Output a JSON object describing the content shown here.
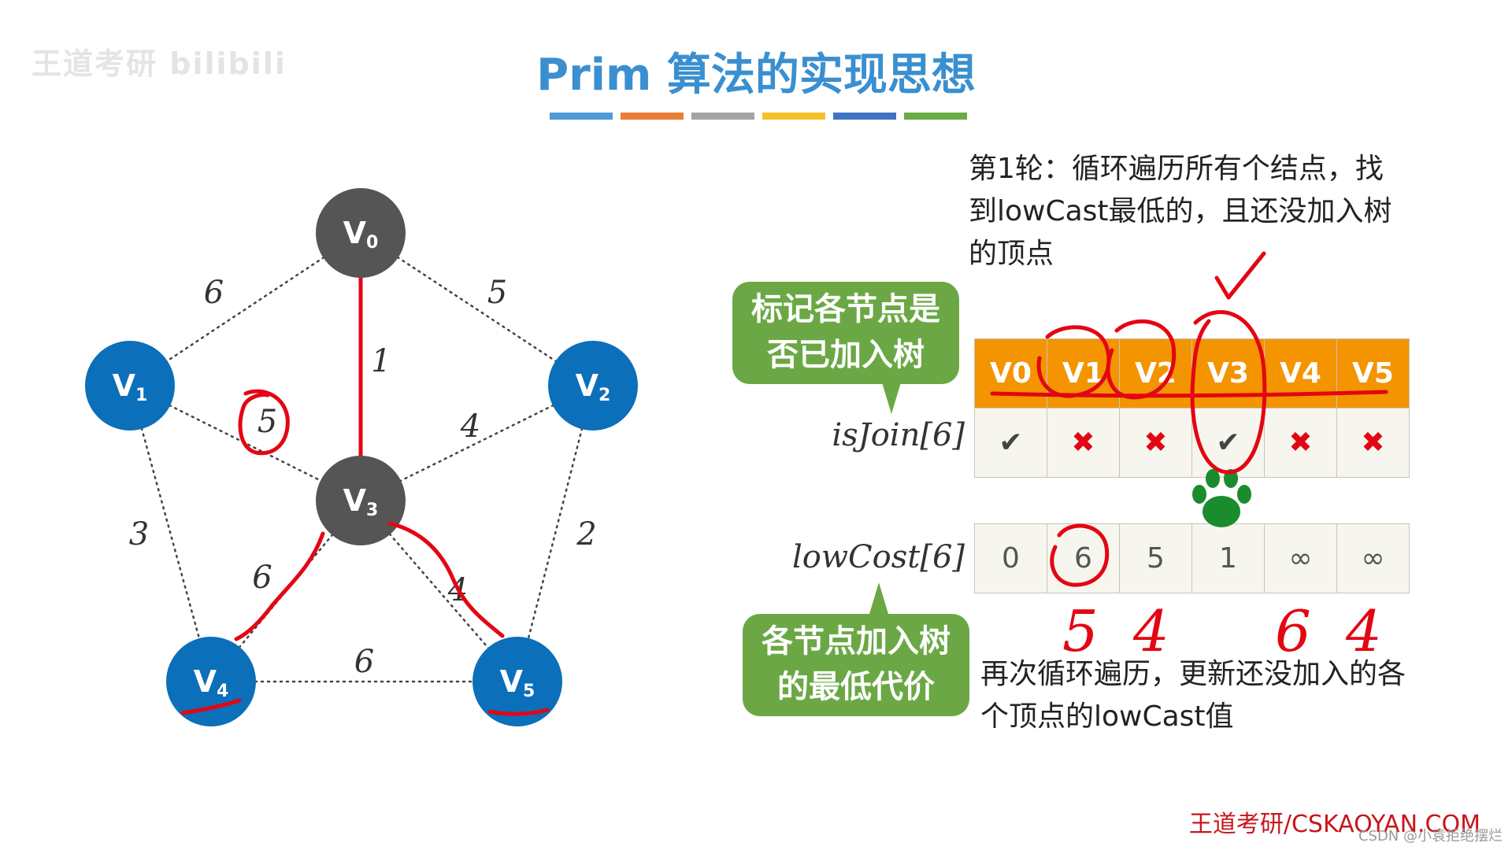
{
  "watermark": "王道考研 bilibili",
  "title": "Prim 算法的实现思想",
  "title_bar_colors": [
    "#4d9ad8",
    "#ea7d34",
    "#a4a4a4",
    "#f6c02a",
    "#3f73c4",
    "#6aac45"
  ],
  "graph": {
    "nodes": [
      {
        "id": "v0",
        "main": "V",
        "sub": "0",
        "color": "#555555"
      },
      {
        "id": "v1",
        "main": "V",
        "sub": "1",
        "color": "#0b6fba"
      },
      {
        "id": "v2",
        "main": "V",
        "sub": "2",
        "color": "#0b6fba"
      },
      {
        "id": "v3",
        "main": "V",
        "sub": "3",
        "color": "#555555"
      },
      {
        "id": "v4",
        "main": "V",
        "sub": "4",
        "color": "#0b6fba"
      },
      {
        "id": "v5",
        "main": "V",
        "sub": "5",
        "color": "#0b6fba"
      }
    ],
    "edges": [
      {
        "from": "v0",
        "to": "v1",
        "weight": "6",
        "in_tree": false
      },
      {
        "from": "v0",
        "to": "v2",
        "weight": "5",
        "in_tree": false
      },
      {
        "from": "v0",
        "to": "v3",
        "weight": "1",
        "in_tree": true
      },
      {
        "from": "v1",
        "to": "v3",
        "weight": "5",
        "in_tree": false
      },
      {
        "from": "v2",
        "to": "v3",
        "weight": "4",
        "in_tree": false
      },
      {
        "from": "v1",
        "to": "v4",
        "weight": "3",
        "in_tree": false
      },
      {
        "from": "v2",
        "to": "v5",
        "weight": "2",
        "in_tree": false
      },
      {
        "from": "v3",
        "to": "v4",
        "weight": "6",
        "in_tree": false
      },
      {
        "from": "v3",
        "to": "v5",
        "weight": "4",
        "in_tree": false
      },
      {
        "from": "v4",
        "to": "v5",
        "weight": "6",
        "in_tree": false
      }
    ],
    "highlight_color": "#e30613"
  },
  "round_note": "第1轮：循环遍历所有个结点，找到lowCast最低的，且还没加入树的顶点",
  "bubble_isjoin": "标记各节点是否已加入树",
  "bubble_lowcost": "各节点加入树的最低代价",
  "isjoin_label": "isJoin[6]",
  "lowcost_label": "lowCost[6]",
  "headers": [
    "V0",
    "V1",
    "V2",
    "V3",
    "V4",
    "V5"
  ],
  "isjoin_values": [
    "check",
    "cross",
    "cross",
    "check",
    "cross",
    "cross"
  ],
  "lowcost_values": [
    "0",
    "6",
    "5",
    "1",
    "∞",
    "∞"
  ],
  "handwritten_updates": [
    "5",
    "4",
    "6",
    "4"
  ],
  "update_note": "再次循环遍历，更新还没加入的各个顶点的lowCast值",
  "footer": "王道考研/CSKAOYAN.COM",
  "csdn": "CSDN @小袁拒绝摆烂"
}
